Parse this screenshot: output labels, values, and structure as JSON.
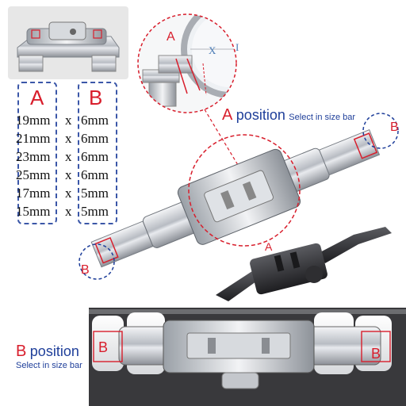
{
  "size_table": {
    "col_a_header": "A",
    "col_b_header": "B",
    "separator": "x",
    "rows": [
      {
        "a": "19mm",
        "b": "6mm"
      },
      {
        "a": "21mm",
        "b": "6mm"
      },
      {
        "a": "23mm",
        "b": "6mm"
      },
      {
        "a": "25mm",
        "b": "6mm"
      },
      {
        "a": "17mm",
        "b": "5mm"
      },
      {
        "a": "15mm",
        "b": "5mm"
      }
    ]
  },
  "labels": {
    "a_position_letter": "A",
    "a_position_word": "position",
    "a_position_sub": "Select in size bar",
    "b_position_letter": "B",
    "b_position_word": "position",
    "b_position_sub": "Select in size bar",
    "marker_a": "A",
    "marker_b": "B",
    "dial_numerals": [
      "X",
      "I"
    ]
  },
  "colors": {
    "accent_red": "#d81e2c",
    "accent_blue": "#1f3f9a",
    "panel_gray": "#e7e7e7",
    "steel": "#c9ccd1",
    "black_clasp": "#2b2b2e"
  }
}
